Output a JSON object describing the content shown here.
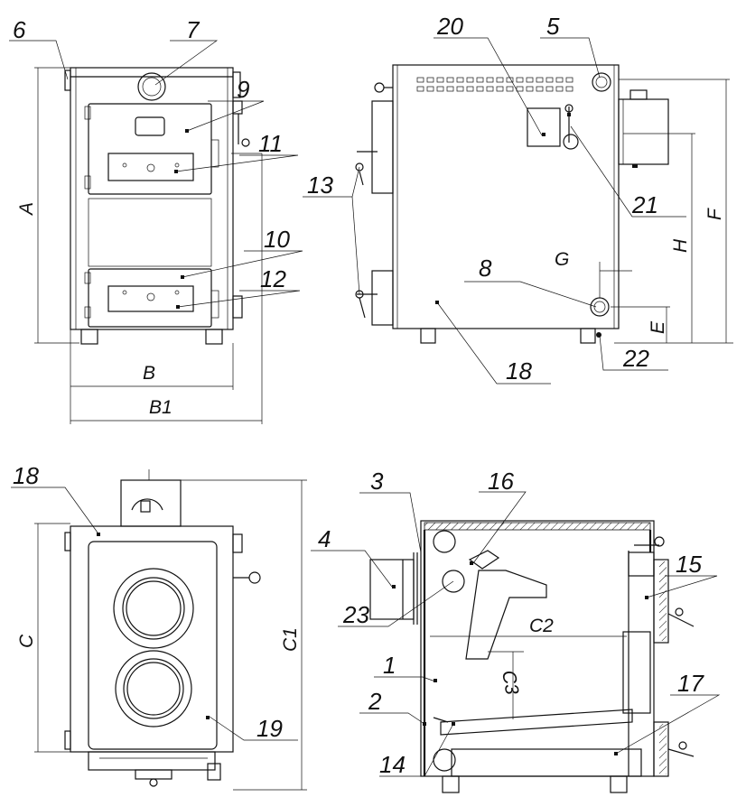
{
  "callouts": {
    "c1": "1",
    "c2": "2",
    "c3": "3",
    "c4": "4",
    "c5": "5",
    "c6": "6",
    "c7": "7",
    "c8": "8",
    "c9": "9",
    "c10": "10",
    "c11": "11",
    "c12": "12",
    "c13": "13",
    "c14": "14",
    "c15": "15",
    "c16": "16",
    "c17": "17",
    "c18a": "18",
    "c18b": "18",
    "c19": "19",
    "c20": "20",
    "c21": "21",
    "c22": "22",
    "c23": "23"
  },
  "dimensions": {
    "A": "A",
    "B": "B",
    "B1": "B1",
    "C": "C",
    "C1": "C1",
    "C2": "C2",
    "C3": "C3",
    "E": "E",
    "F": "F",
    "G": "G",
    "H": "H"
  }
}
